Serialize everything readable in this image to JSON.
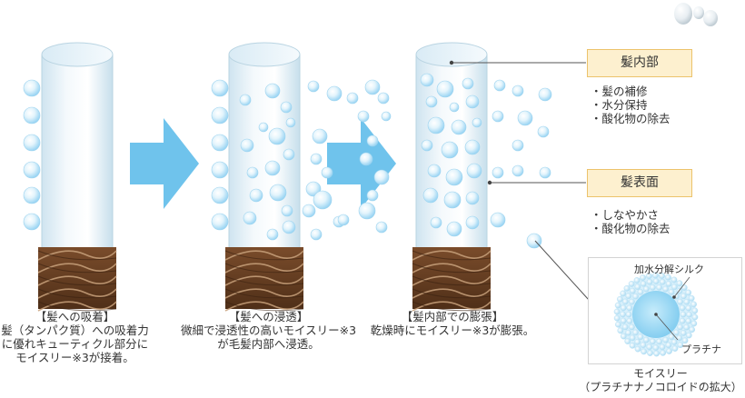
{
  "captions": [
    {
      "title": "【髪への吸着】",
      "lines": [
        "髪（タンパク質）への吸着力",
        "に優れキューティクル部分に",
        "モイスリー※3が接着。"
      ]
    },
    {
      "title": "【髪への浸透】",
      "lines": [
        "微細で浸透性の高いモイスリー※3",
        "が毛髪内部へ浸透。"
      ]
    },
    {
      "title": "【髪内部での膨張】",
      "lines": [
        "乾燥時にモイスリー※3が膨張。"
      ]
    }
  ],
  "labels": {
    "inner": {
      "title": "髪内部",
      "items": [
        "・髪の補修",
        "・水分保持",
        "・酸化物の除去"
      ]
    },
    "surface": {
      "title": "髪表面",
      "items": [
        "・しなやかさ",
        "・酸化物の除去"
      ]
    }
  },
  "inset": {
    "silk_label": "加水分解シルク",
    "platinum_label": "プラチナ",
    "caption": [
      "モイスリー",
      "（プラチナナノコロイドの拡大）"
    ]
  },
  "colors": {
    "arrow": "#6fc3ec",
    "bubble": "#8fd0f2",
    "hair_bark": "#6b4326",
    "label_bg": "#fdf0cf",
    "label_border": "#ecc36b",
    "silk": "#a9dcf5",
    "platinum": "#8fd3f5"
  }
}
